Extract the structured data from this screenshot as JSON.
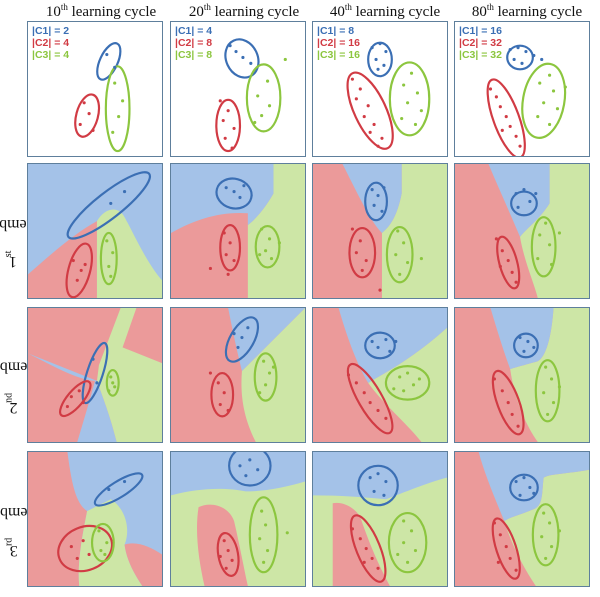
{
  "columns": [
    {
      "pre": "10",
      "sup": "th",
      "post": " learning cycle"
    },
    {
      "pre": "20",
      "sup": "th",
      "post": " learning cycle"
    },
    {
      "pre": "40",
      "sup": "th",
      "post": " learning cycle"
    },
    {
      "pre": "80",
      "sup": "th",
      "post": " learning cycle"
    }
  ],
  "rows": [
    {
      "pre": "1",
      "sup": "st",
      "post": " member"
    },
    {
      "pre": "2",
      "sup": "nd",
      "post": " member"
    },
    {
      "pre": "3",
      "sup": "rd",
      "post": " member"
    }
  ],
  "legends": [
    [
      "|C1| = 2",
      "|C2| = 4",
      "|C3| = 4"
    ],
    [
      "|C1| = 4",
      "|C2| = 8",
      "|C3| = 8"
    ],
    [
      "|C1| = 8",
      "|C2| = 16",
      "|C3| = 16"
    ],
    [
      "|C1| = 16",
      "|C2| = 32",
      "|C3| = 32"
    ]
  ],
  "colors": {
    "c1": "#3b6fb4",
    "c2": "#d13b44",
    "c3": "#8cc63f",
    "bg1": "#a4c2e8",
    "bg2": "#eb9a9a",
    "bg3": "#cde6a6",
    "border": "#5e7f9c"
  }
}
